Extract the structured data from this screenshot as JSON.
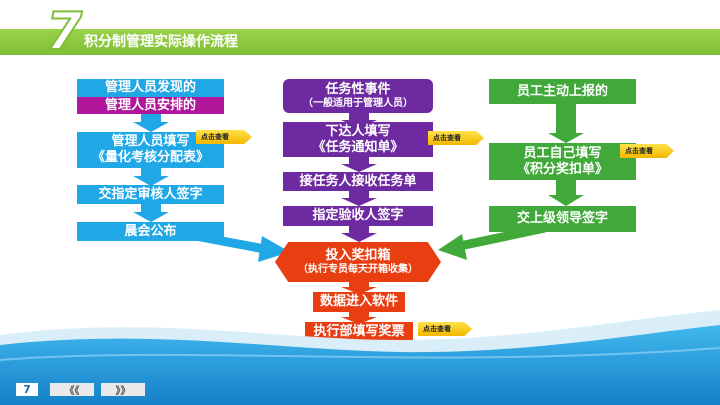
{
  "header": {
    "number": "7",
    "title": "积分制管理实际操作流程"
  },
  "left_column": {
    "box1": "管理人员发现的",
    "box2": "管理人员安排的",
    "box3_line1": "管理人员填写",
    "box3_line2": "《量化考核分配表》",
    "box4": "交指定审核人签字",
    "box5": "晨会公布"
  },
  "middle_column": {
    "box1_line1": "任务性事件",
    "box1_line2": "（一般适用于管理人员）",
    "box2_line1": "下达人填写",
    "box2_line2": "《任务通知单》",
    "box3": "接任务人接收任务单",
    "box4": "指定验收人签字"
  },
  "right_column": {
    "box1": "员工主动上报的",
    "box2_line1": "员工自己填写",
    "box2_line2": "《积分奖扣单》",
    "box3": "交上级领导签字"
  },
  "center_flow": {
    "box1_line1": "投入奖扣箱",
    "box1_line2": "（执行专员每天开箱收集）",
    "box2": "数据进入软件",
    "box3": "执行部填写奖票"
  },
  "tags": {
    "view": "点击查看"
  },
  "footer": {
    "page": "7",
    "prev": "《《",
    "next": "》》"
  },
  "colors": {
    "blue": "#1fa7e6",
    "magenta": "#b0179a",
    "purple": "#6e2aa0",
    "green": "#40a93a",
    "red": "#e93e12",
    "header_green": "#8cc63f",
    "footer_blue": "#1e9ad6"
  }
}
